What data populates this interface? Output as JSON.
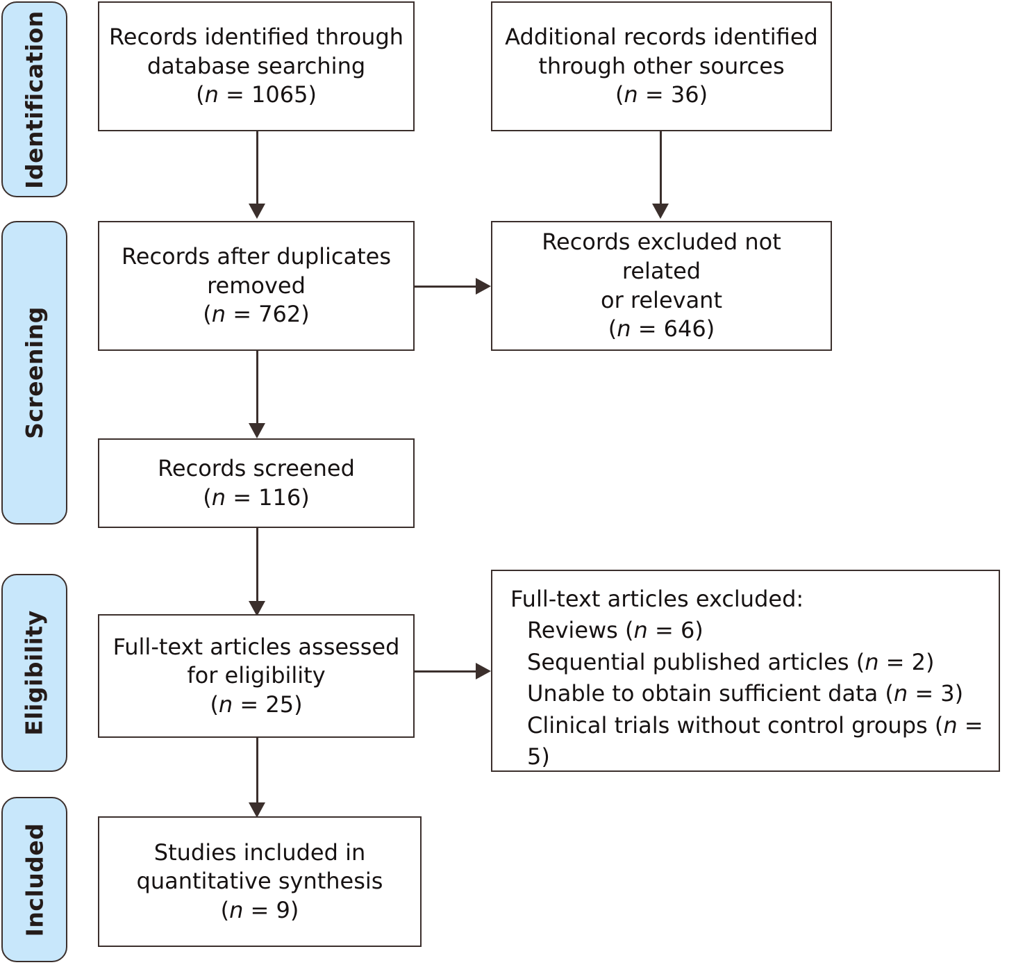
{
  "diagram": {
    "type": "prisma-flow-diagram",
    "colors": {
      "stage_tab_fill": "#c8e7fb",
      "stage_tab_border": "#3b2f2c",
      "box_fill": "#ffffff",
      "box_border": "#3b2f2c",
      "text": "#161212",
      "connector": "#3b2f2c"
    }
  },
  "stages": [
    {
      "id": "identification",
      "label": "Identification"
    },
    {
      "id": "screening",
      "label": "Screening"
    },
    {
      "id": "eligibility",
      "label": "Eligibility"
    },
    {
      "id": "included",
      "label": "Included"
    }
  ],
  "boxes": {
    "records_identified": {
      "line1": "Records identified through",
      "line2": "database searching",
      "count_prefix": "(",
      "count_n": "n",
      "count_eq": " = ",
      "count_value": "1065",
      "count_suffix": ")"
    },
    "additional_records": {
      "line1": "Additional records identified",
      "line2": "through other sources",
      "count_prefix": "(",
      "count_n": "n",
      "count_eq": " = ",
      "count_value": "36",
      "count_suffix": ")"
    },
    "records_after_duplicates": {
      "line1": "Records after duplicates",
      "line2": "removed",
      "count_prefix": "(",
      "count_n": "n",
      "count_eq": " = ",
      "count_value": "762",
      "count_suffix": ")"
    },
    "records_excluded": {
      "line1": "Records excluded not related",
      "line2": "or relevant",
      "count_prefix": "(",
      "count_n": "n",
      "count_eq": " = ",
      "count_value": "646",
      "count_suffix": ")"
    },
    "records_screened": {
      "line1": "Records screened",
      "count_prefix": "(",
      "count_n": "n",
      "count_eq": " = ",
      "count_value": "116",
      "count_suffix": ")"
    },
    "fulltext_assessed": {
      "line1": "Full-text articles assessed",
      "line2": "for eligibility",
      "count_prefix": "(",
      "count_n": "n",
      "count_eq": " = ",
      "count_value": "25",
      "count_suffix": ")"
    },
    "fulltext_excluded": {
      "heading": "Full-text articles excluded:",
      "reasons": [
        {
          "text": "Reviews ",
          "prefix": "(",
          "n": "n",
          "eq": " = ",
          "value": "6",
          "suffix": ")"
        },
        {
          "text": "Sequential published articles ",
          "prefix": "(",
          "n": "n",
          "eq": " = ",
          "value": "2",
          "suffix": ")"
        },
        {
          "text": "Unable to obtain sufficient data ",
          "prefix": "(",
          "n": "n",
          "eq": " = ",
          "value": "3",
          "suffix": ")"
        },
        {
          "text": "Clinical trials without control groups ",
          "prefix": "(",
          "n": "n",
          "eq": " = ",
          "value": "5",
          "suffix": ")"
        }
      ]
    },
    "studies_included": {
      "line1": "Studies included in",
      "line2": "quantitative synthesis",
      "count_prefix": "(",
      "count_n": "n",
      "count_eq": " = ",
      "count_value": "9",
      "count_suffix": ")"
    }
  }
}
